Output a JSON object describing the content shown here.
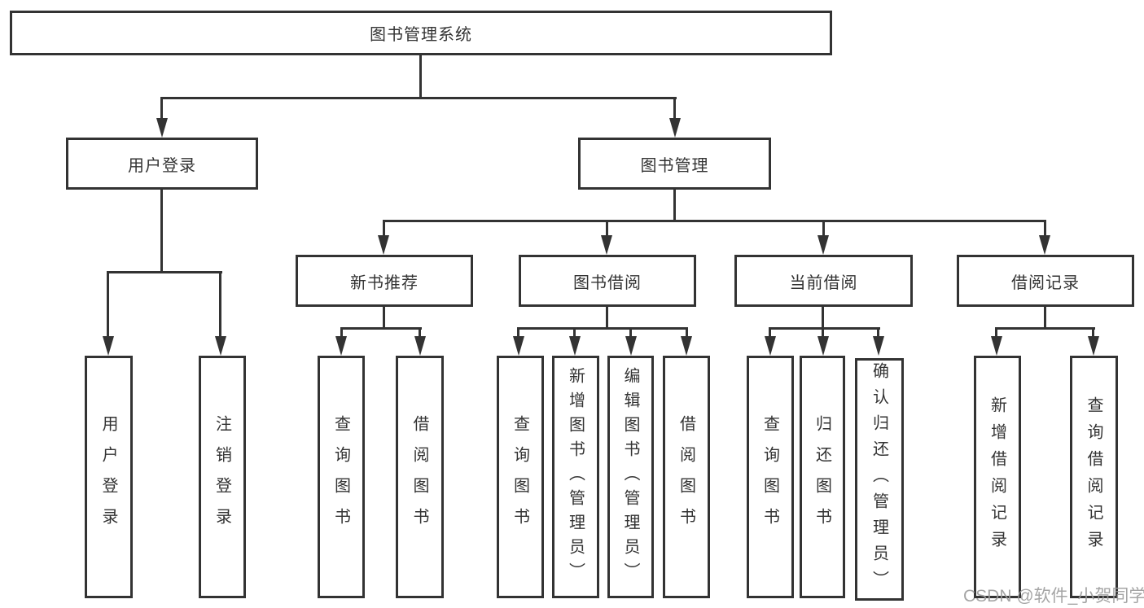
{
  "diagram_title": "图书管理系统",
  "tree": {
    "root": {
      "label": "图书管理系统"
    },
    "branches": [
      {
        "label": "用户登录",
        "children": [
          {
            "label": "用户登录"
          },
          {
            "label": "注销登录"
          }
        ]
      },
      {
        "label": "图书管理",
        "children": [
          {
            "label": "新书推荐",
            "children": [
              {
                "label": "查询图书"
              },
              {
                "label": "借阅图书"
              }
            ]
          },
          {
            "label": "图书借阅",
            "children": [
              {
                "label": "查询图书"
              },
              {
                "label": "新增图书（管理员）"
              },
              {
                "label": "编辑图书（管理员）"
              },
              {
                "label": "借阅图书"
              }
            ]
          },
          {
            "label": "当前借阅",
            "children": [
              {
                "label": "查询图书"
              },
              {
                "label": "归还图书"
              },
              {
                "label": "确认归还（管理员）"
              }
            ]
          },
          {
            "label": "借阅记录",
            "children": [
              {
                "label": "新增借阅记录"
              },
              {
                "label": "查询借阅记录"
              }
            ]
          }
        ]
      }
    ]
  },
  "watermark": {
    "text": "CSDN @软件_小贺同学"
  },
  "colors": {
    "line": "#333333",
    "text": "#333333",
    "watermark": "#9c9c9c",
    "background": "#ffffff"
  }
}
